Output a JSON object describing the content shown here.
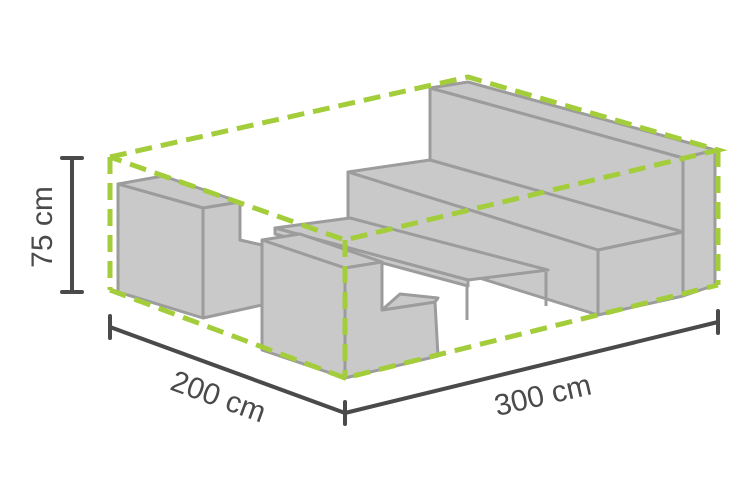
{
  "dimensions": {
    "height": "75 cm",
    "depth": "200 cm",
    "width": "300 cm"
  },
  "colors": {
    "furniture_fill": "#c9c9c9",
    "furniture_stroke": "#9c9c9c",
    "cover_outline": "#a3cd3a",
    "dimension_line": "#4a4a4a"
  }
}
